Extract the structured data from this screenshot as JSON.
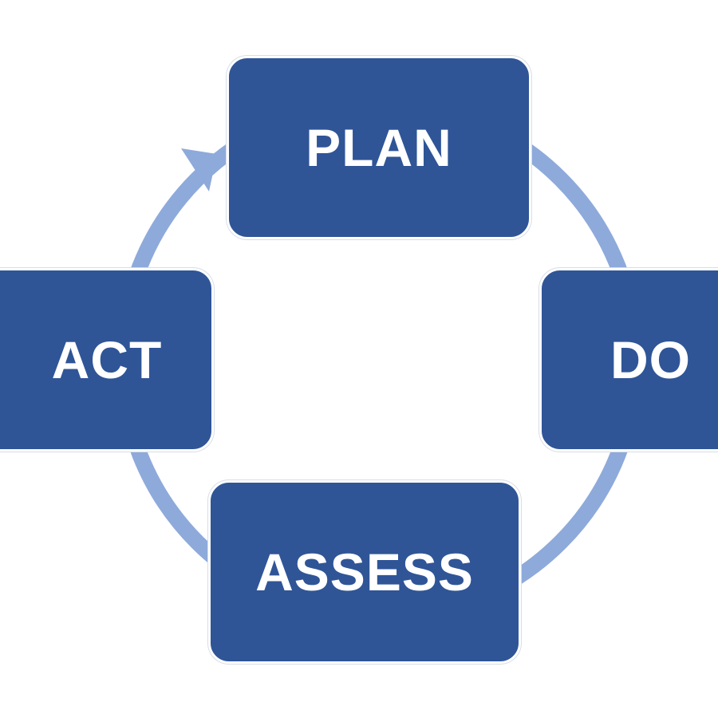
{
  "colors": {
    "box_fill": "#2f5597",
    "arrow": "#8eaadb",
    "background": "#ffffff"
  },
  "stages": {
    "plan": "PLAN",
    "do": "DO",
    "assess": "ASSESS",
    "act": "ACT"
  }
}
